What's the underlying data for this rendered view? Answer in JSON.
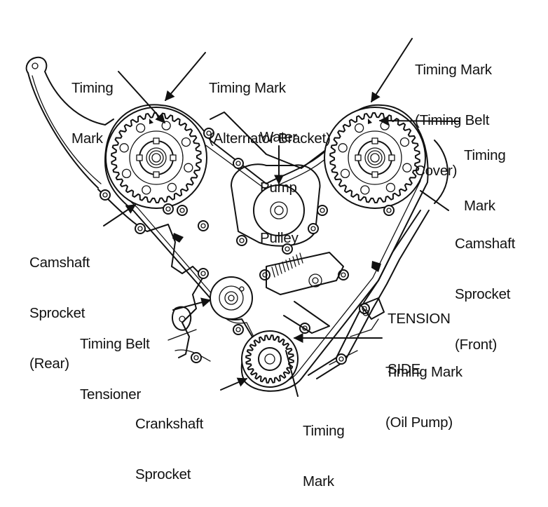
{
  "title": "Timing belt component layout",
  "colors": {
    "ink": "#111111",
    "background": "#ffffff"
  },
  "labels": {
    "timing_mark_rear": [
      "Timing",
      "Mark"
    ],
    "timing_mark_alternator": [
      "Timing Mark",
      "(Alternator Bracket)"
    ],
    "water_pump_pulley": [
      "Water",
      "Pump",
      "Pulley"
    ],
    "timing_mark_belt_cover": [
      "Timing Mark",
      "(Timing Belt",
      "Cover)"
    ],
    "timing_mark_front": [
      "Timing",
      "Mark"
    ],
    "camshaft_sprocket_rear": [
      "Camshaft",
      "Sprocket",
      "(Rear)"
    ],
    "camshaft_sprocket_front": [
      "Camshaft",
      "Sprocket",
      "(Front)"
    ],
    "tension_side": [
      "TENSION",
      "SIDE"
    ],
    "timing_belt_tensioner": [
      "Timing Belt",
      "Tensioner"
    ],
    "timing_mark_oil_pump": [
      "Timing Mark",
      "(Oil Pump)"
    ],
    "crankshaft_sprocket": [
      "Crankshaft",
      "Sprocket"
    ],
    "timing_mark_crank": [
      "Timing",
      "Mark"
    ]
  },
  "components": {
    "rear_cam_sprocket": {
      "teeth": 34,
      "bolt_holes": 8
    },
    "front_cam_sprocket": {
      "teeth": 34,
      "bolt_holes": 8
    },
    "crank_sprocket": {
      "teeth": 24
    },
    "water_pump_pulley": {},
    "tensioner_pulley": {}
  }
}
